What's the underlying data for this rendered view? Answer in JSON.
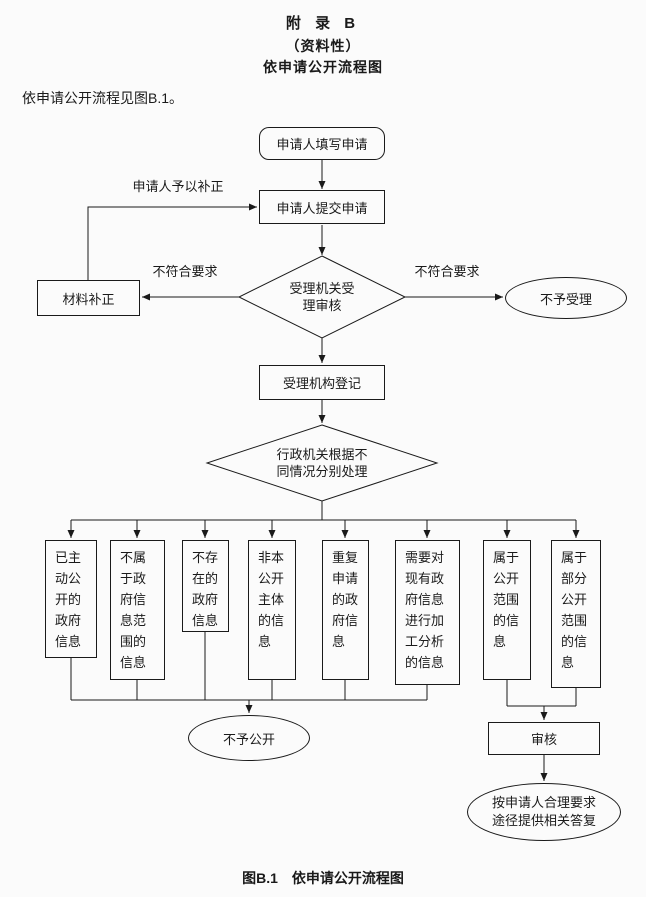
{
  "header": {
    "appendix_title": "附 录 B",
    "appendix_subtitle": "（资料性）",
    "appendix_heading": "依申请公开流程图",
    "intro_text": "依申请公开流程见图B.1。"
  },
  "flow": {
    "start": "申请人填写申请",
    "submit": "申请人提交申请",
    "review_decision": "受理机关受理审核",
    "material_correction": "材料补正",
    "not_accepted": "不予受理",
    "registration": "受理机构登记",
    "dispatch_decision": "行政机关根据不同情况分别处理",
    "label_resubmit": "申请人予以补正",
    "label_left_condition": "不符合要求",
    "label_right_condition": "不符合要求",
    "categories": [
      "已主动公开的政府信息",
      "不属于政府信息范围的信息",
      "不存在的政府信息",
      "非本公开主体的信息",
      "重复申请的政府信息",
      "需要对现有政府信息进行加工分析的信息",
      "属于公开范围的信息",
      "属于部分公开范围的信息"
    ],
    "not_disclosed": "不予公开",
    "review": "审核",
    "reply": "按申请人合理要求途径提供相关答复"
  },
  "caption": "图B.1　依申请公开流程图"
}
